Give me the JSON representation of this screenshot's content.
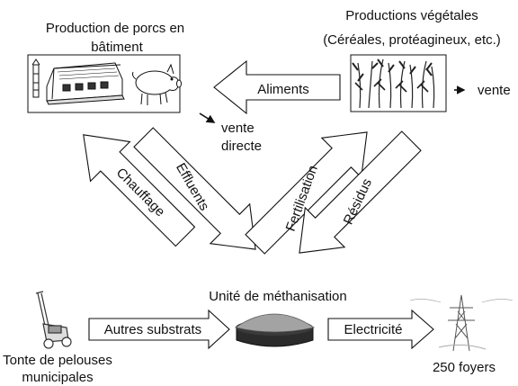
{
  "nodes": {
    "pig_farm": {
      "title_line1": "Production de porcs en",
      "title_line2": "bâtiment",
      "sale": "vente",
      "sale_line2": "directe",
      "icons": [
        "barn-icon",
        "pig-icon"
      ]
    },
    "crops": {
      "title_line1": "Productions végétales",
      "title_line2": "(Céréales, protéagineux, etc.)",
      "sale": "vente",
      "icons": [
        "cereal-plants-icon"
      ]
    },
    "digester": {
      "title": "Unité de méthanisation",
      "icons": [
        "digester-dome-icon"
      ]
    },
    "lawn": {
      "label_line1": "Tonte de pelouses",
      "label_line2": "municipales",
      "icons": [
        "lawn-mower-icon"
      ]
    },
    "homes": {
      "label": "250 foyers",
      "icons": [
        "power-pylon-icon"
      ]
    }
  },
  "flows": {
    "feed": "Aliments",
    "effluents": "Effluents",
    "heating": "Chauffage",
    "fertilisation": "Fertilisation",
    "residues": "Résidus",
    "other_substrates": "Autres substrats",
    "electricity": "Electricité"
  },
  "colors": {
    "stroke": "#111111",
    "fill": "#ffffff",
    "dome": "#9a9a9a"
  }
}
